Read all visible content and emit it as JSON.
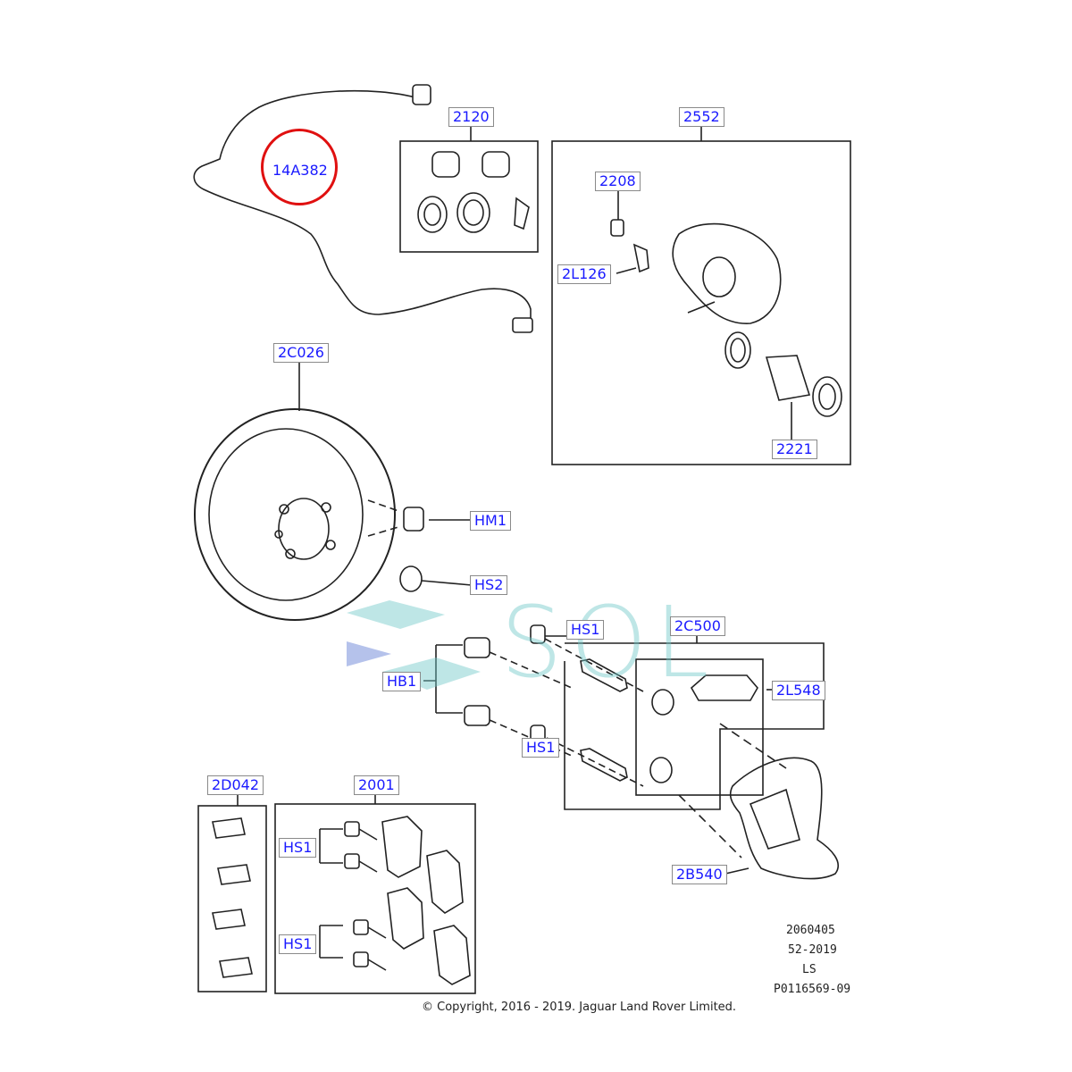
{
  "parts": {
    "sensor": "14A382",
    "kit_2120": "2120",
    "caliper_2552": "2552",
    "bleed_2208": "2208",
    "cap_2L126": "2L126",
    "piston_2221": "2221",
    "disc_2C026": "2C026",
    "hm1": "HM1",
    "hs2": "HS2",
    "hs1_top": "HS1",
    "hs1_mid": "HS1",
    "hs1_left_a": "HS1",
    "hs1_left_b": "HS1",
    "hb1": "HB1",
    "kit_2C500": "2C500",
    "guide_2L548": "2L548",
    "carrier_2B540": "2B540",
    "clips_2D042": "2D042",
    "pads_2001": "2001"
  },
  "watermark": "SOL",
  "footer": {
    "code1": "2060405",
    "code2": "52-2019",
    "code3": "LS",
    "code4": "P0116569-09",
    "copyright": "© Copyright, 2016 - 2019. Jaguar Land Rover Limited."
  },
  "colors": {
    "label_text": "#1a1aff",
    "highlight": "#e01010",
    "watermark": "#6ec8c8"
  }
}
